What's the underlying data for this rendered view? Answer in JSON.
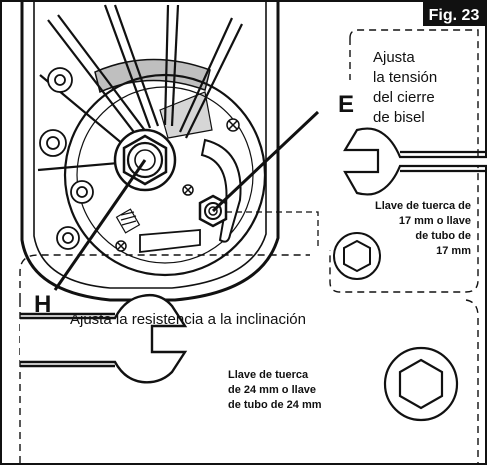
{
  "figure_label": "Fig. 23",
  "letters": {
    "e": "E",
    "h": "H"
  },
  "bevel_lock": {
    "line1": "Ajusta",
    "line2": "la tensión",
    "line3": "del cierre",
    "line4": "de bisel"
  },
  "wrench_17": {
    "line1": "Llave de tuerca de",
    "line2": "17 mm o llave",
    "line3": "de tubo de",
    "line4": "17 mm"
  },
  "tilt": {
    "caption": "Ajusta la resistencia a la inclinación"
  },
  "wrench_24": {
    "line1": "Llave de tuerca",
    "line2": "de 24 mm o llave",
    "line3": "de tubo de 24 mm"
  },
  "colors": {
    "ink": "#111111",
    "badge": "#111111",
    "shade": "#bfbfbf",
    "paper": "#ffffff"
  }
}
